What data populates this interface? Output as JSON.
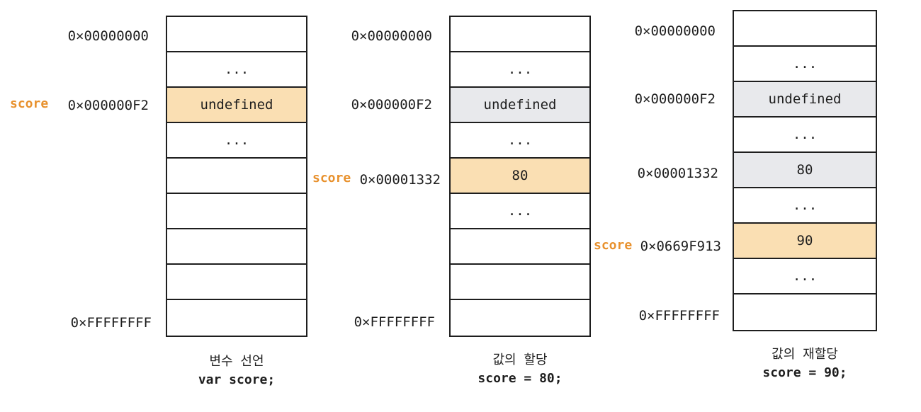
{
  "ellipsis": "...",
  "panels": [
    {
      "addresses": {
        "first": "0×00000000",
        "var": "0×000000F2",
        "last": "0×FFFFFFFF"
      },
      "variable_label": "score",
      "cells": [
        "",
        "...",
        "undefined",
        "...",
        "",
        "",
        "",
        "",
        ""
      ],
      "caption": {
        "title": "변수 선언",
        "code": "var score;"
      }
    },
    {
      "addresses": {
        "first": "0×00000000",
        "old": "0×000000F2",
        "var": "0×00001332",
        "last": "0×FFFFFFFF"
      },
      "variable_label": "score",
      "cells": [
        "",
        "...",
        "undefined",
        "...",
        "80",
        "...",
        "",
        "",
        ""
      ],
      "caption": {
        "title": "값의 할당",
        "code": "score = 80;"
      }
    },
    {
      "addresses": {
        "first": "0×00000000",
        "old1": "0×000000F2",
        "old2": "0×00001332",
        "var": "0×0669F913",
        "last": "0×FFFFFFFF"
      },
      "variable_label": "score",
      "cells": [
        "",
        "...",
        "undefined",
        "...",
        "80",
        "...",
        "90",
        "...",
        ""
      ],
      "caption": {
        "title": "값의 재할당",
        "code": "score = 90;"
      }
    }
  ],
  "colors": {
    "highlight": "#fadfb3",
    "stale": "#e8e9ec",
    "variable_label": "#e8912d"
  }
}
